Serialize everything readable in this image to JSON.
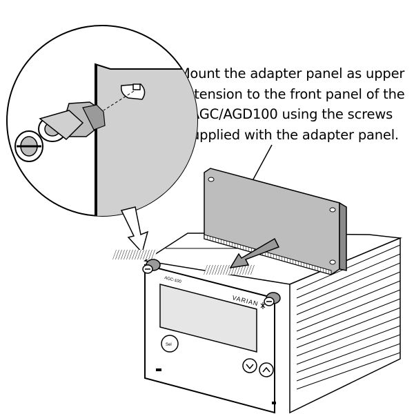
{
  "instruction": {
    "line1": "Mount the adapter panel as upper",
    "line2": "extension to the front panel of the",
    "line3": "AGC/AGD100 using the screws",
    "line4": "supplied with the adapter panel."
  },
  "device": {
    "model_label": "AGC-100",
    "brand": "VARIAN",
    "button_label": "Sel"
  },
  "colors": {
    "line": "#000000",
    "panel_gray": "#bdbdbd",
    "light_gray": "#d9d9d9",
    "display_gray": "#e6e6e6"
  }
}
